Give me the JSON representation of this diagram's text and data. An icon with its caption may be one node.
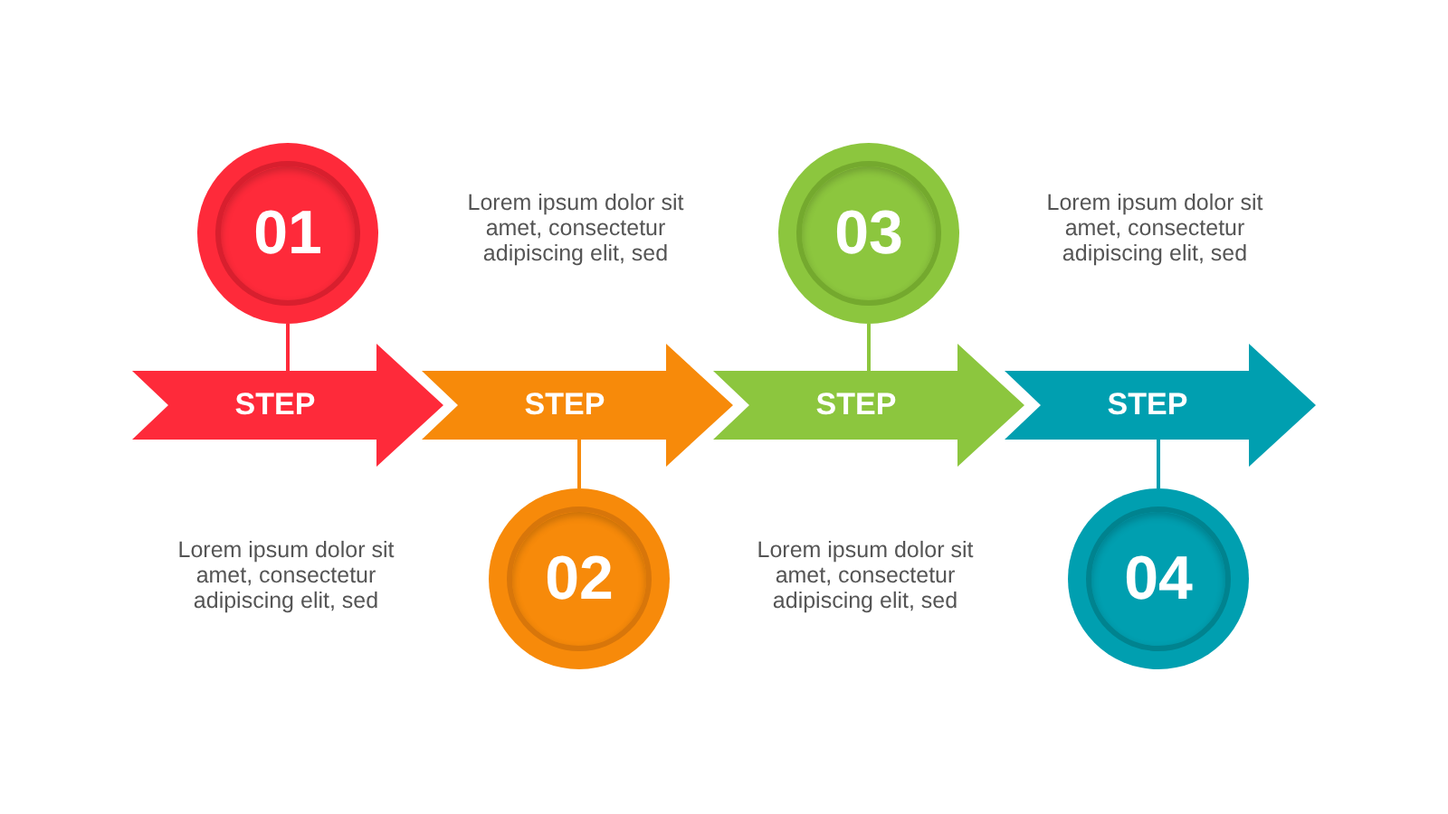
{
  "diagram": {
    "nodes": [
      {
        "text": [
          "01"
        ]
      },
      {
        "text": [
          "03"
        ]
      },
      {
        "text": [
          "STEP"
        ]
      },
      {
        "text": [
          "STEP"
        ]
      },
      {
        "text": [
          "STEP"
        ]
      },
      {
        "text": [
          "STEP"
        ]
      },
      {
        "text": [
          "02"
        ]
      },
      {
        "text": [
          "04"
        ]
      }
    ],
    "edges": [
      {
        "from": 0,
        "to": 2,
        "arrow": "none",
        "color": "#fe2a3a"
      },
      {
        "from": 1,
        "to": 4,
        "arrow": "none",
        "color": "#8cc63e"
      },
      {
        "from": 3,
        "to": 6,
        "arrow": "none",
        "color": "#f78a0a"
      },
      {
        "from": 5,
        "to": 7,
        "arrow": "none",
        "color": "#009fb0"
      }
    ],
    "labels": [
      "Lorem ipsum dolor sit amet, consectetur adipiscing elit, sed",
      "Lorem ipsum dolor sit amet, consectetur adipiscing elit, sed",
      "Lorem ipsum dolor sit amet, consectetur adipiscing elit, sed",
      "Lorem ipsum dolor sit amet, consectetur adipiscing elit, sed"
    ]
  }
}
